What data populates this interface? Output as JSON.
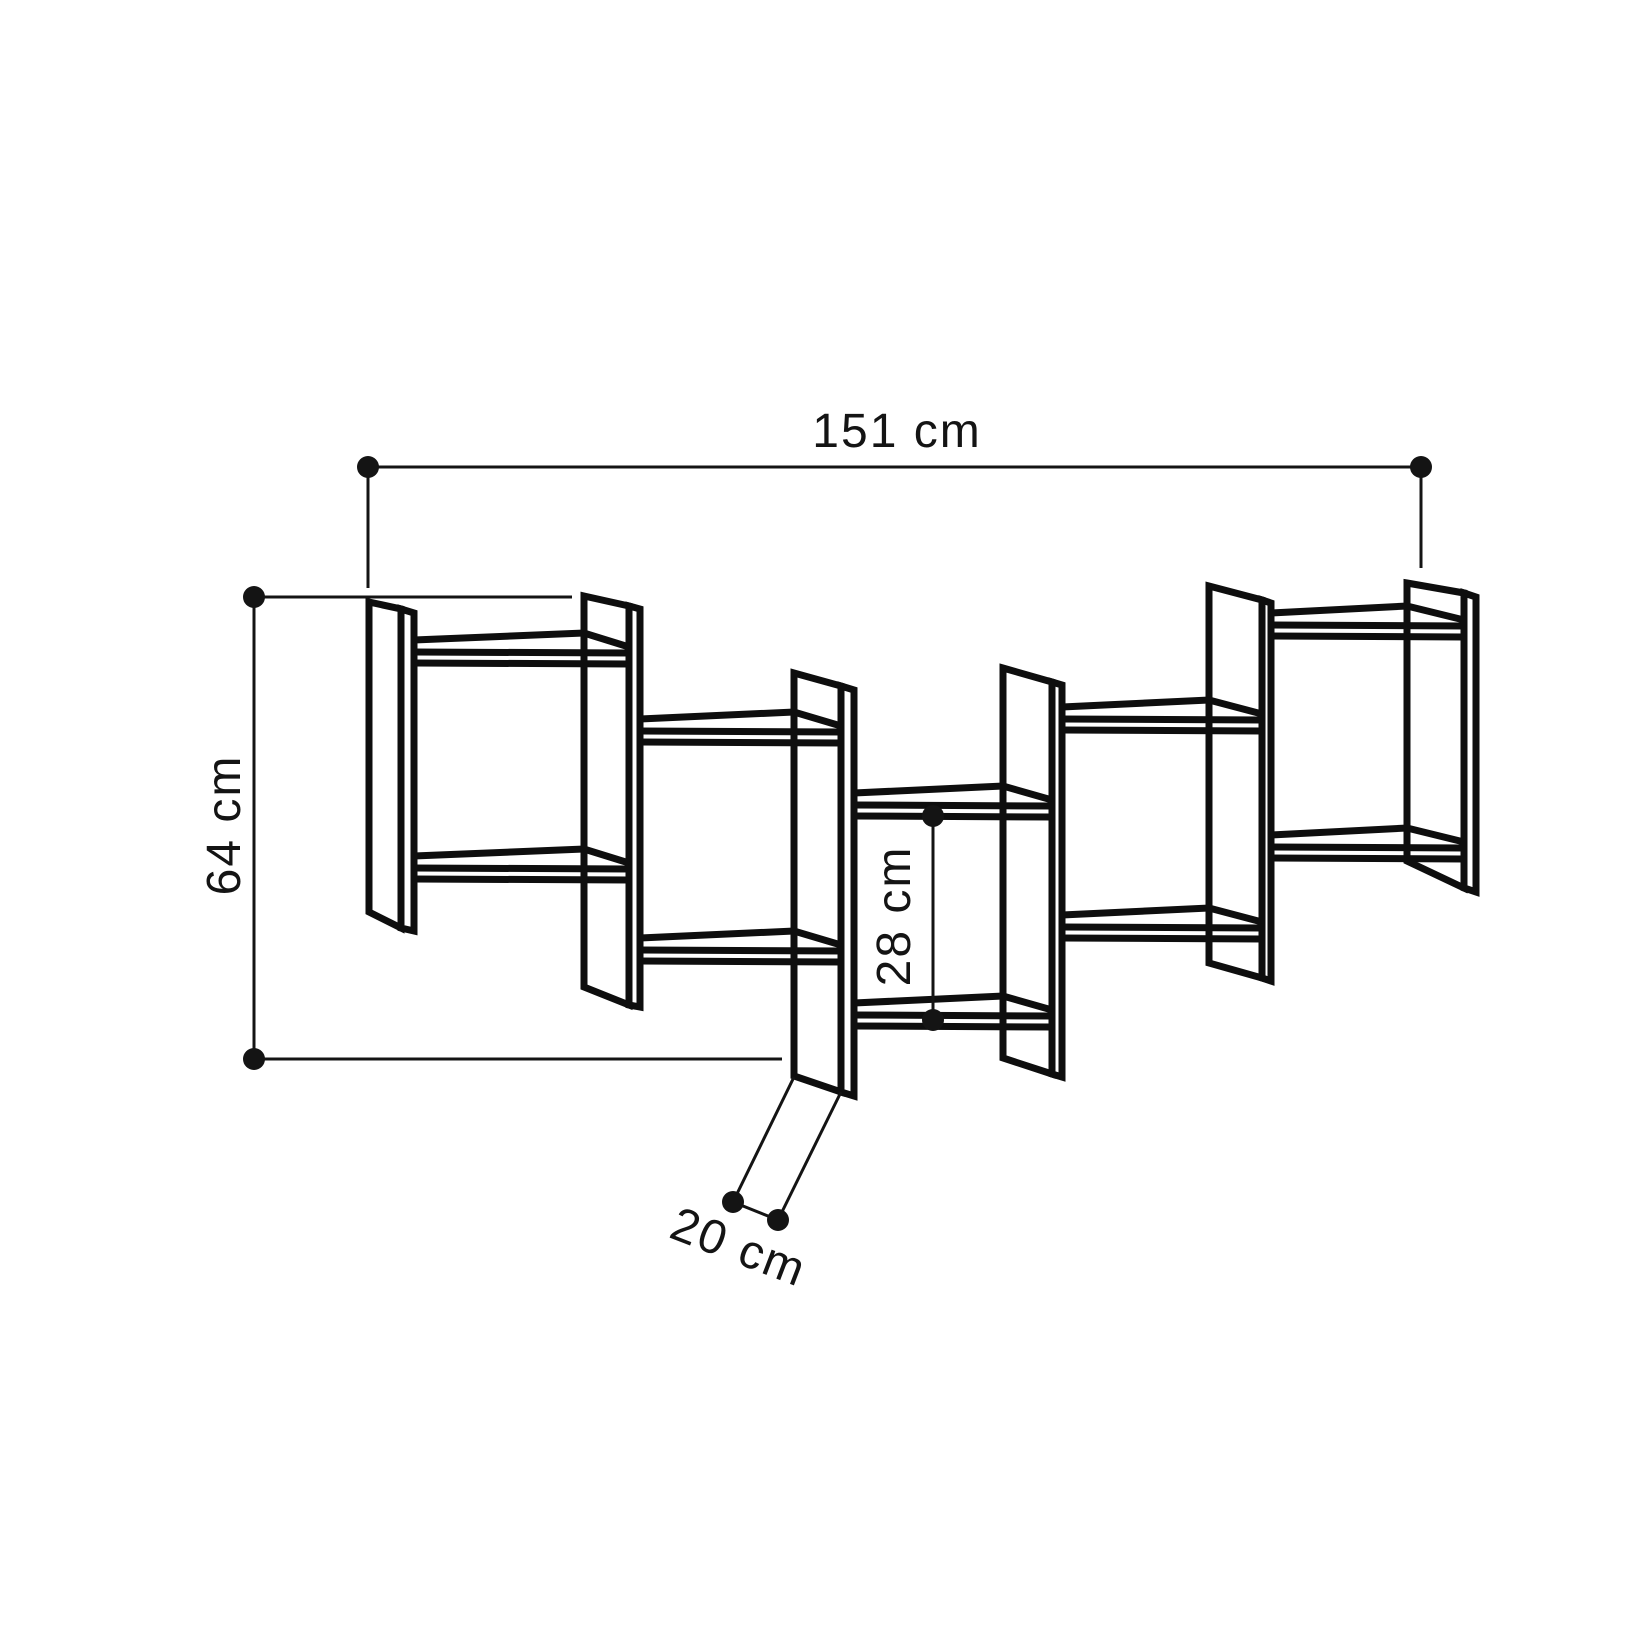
{
  "page": {
    "background_color": "#ffffff",
    "line_color": "#0e0e0e",
    "dimension_color": "#141414"
  },
  "drawing": {
    "kind": "wall-shelf-technical-drawing",
    "labels": {
      "width": "151 cm",
      "height": "64 cm",
      "inner_height": "28 cm",
      "depth": "20 cm"
    }
  }
}
